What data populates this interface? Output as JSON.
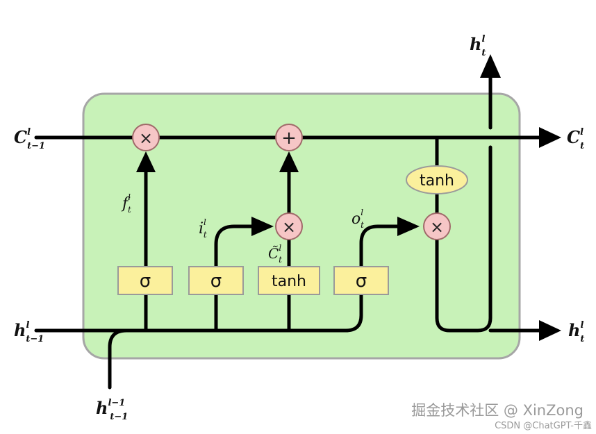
{
  "diagram": {
    "type": "lstm-cell",
    "colors": {
      "cell_bg": "#c8f2b8",
      "cell_border": "#a6a6a6",
      "gate_fill": "#fbf09c",
      "gate_border": "#9a9a9a",
      "op_fill": "#f6c6c6",
      "op_border": "#a06a6a",
      "wire": "#000000"
    },
    "inputs": {
      "cell_prev": {
        "main": "C",
        "sup": "l",
        "sub": "t−1"
      },
      "hidden_prev": {
        "main": "h",
        "sup": "l",
        "sub": "t−1"
      },
      "hidden_below": {
        "main": "h",
        "sup": "l−1",
        "sub": "t−1"
      }
    },
    "outputs": {
      "cell_out": {
        "main": "C",
        "sup": "l",
        "sub": "t"
      },
      "hidden_right": {
        "main": "h",
        "sup": "l",
        "sub": "t"
      },
      "hidden_top": {
        "main": "h",
        "sup": "l",
        "sub": "t"
      }
    },
    "gates": [
      {
        "id": "forget",
        "label": "σ"
      },
      {
        "id": "input",
        "label": "σ"
      },
      {
        "id": "candidate",
        "label": "tanh"
      },
      {
        "id": "output",
        "label": "σ"
      }
    ],
    "operators": {
      "forget_mult": "×",
      "cell_add": "+",
      "input_mult": "×",
      "output_mult": "×"
    },
    "cell_tanh": "tanh",
    "signal_labels": {
      "forget": {
        "main": "f",
        "sup": "l",
        "sub": "t"
      },
      "input": {
        "main": "i",
        "sup": "l",
        "sub": "t"
      },
      "candidate": {
        "main": "C̃",
        "sup": "l",
        "sub": "t"
      },
      "output": {
        "main": "o",
        "sup": "l",
        "sub": "t"
      }
    }
  },
  "watermarks": {
    "primary": "掘金技术社区 @ XinZong",
    "secondary": "CSDN @ChatGPT-千鑫"
  }
}
